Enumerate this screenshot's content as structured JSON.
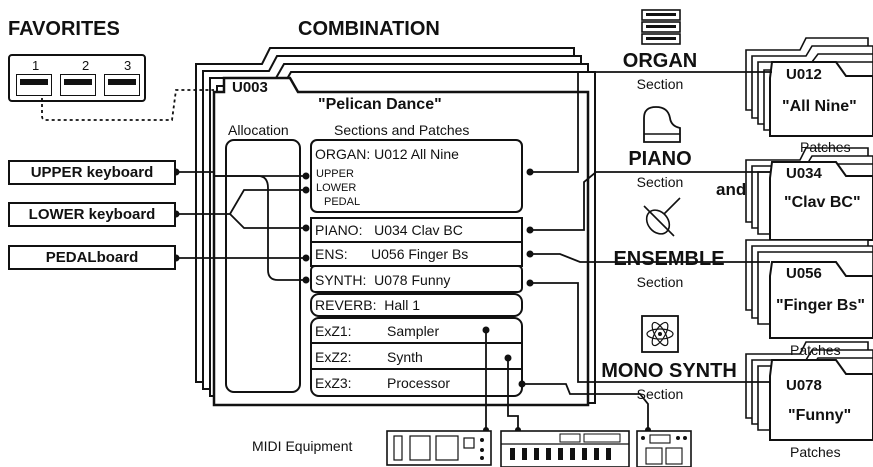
{
  "favorites": {
    "title": "FAVORITES",
    "buttons": [
      "1",
      "2",
      "3"
    ]
  },
  "combination": {
    "title": "COMBINATION",
    "id": "U003",
    "name": "\"Pelican Dance\"",
    "allocation_label": "Allocation",
    "sections_label": "Sections and Patches",
    "organ_line": "ORGAN:  U012 All Nine",
    "organ_sub": [
      "UPPER",
      "LOWER",
      "PEDAL"
    ],
    "piano_line": "PIANO:   U034 Clav BC",
    "ens_line": "ENS:      U056 Finger Bs",
    "synth_line": "SYNTH:  U078 Funny",
    "reverb_line": "REVERB:  Hall 1",
    "exz": [
      {
        "label": "ExZ1:",
        "value": "Sampler"
      },
      {
        "label": "ExZ2:",
        "value": "Synth"
      },
      {
        "label": "ExZ3:",
        "value": "Processor"
      }
    ]
  },
  "keyboards": [
    "UPPER keyboard",
    "LOWER keyboard",
    "PEDALboard"
  ],
  "sections": [
    {
      "title": "ORGAN",
      "sub": "Section",
      "icon": "organ-icon"
    },
    {
      "title": "PIANO",
      "sub": "Section",
      "icon": "piano-icon"
    },
    {
      "title": "ENSEMBLE",
      "sub": "Section",
      "icon": "violin-icon"
    },
    {
      "title": "MONO SYNTH",
      "sub": "Section",
      "icon": "atom-icon"
    }
  ],
  "and_label": "and",
  "patches": [
    {
      "id": "U012",
      "name": "\"All Nine\"",
      "caption": "Patches"
    },
    {
      "id": "U034",
      "name": "\"Clav BC\"",
      "caption": ""
    },
    {
      "id": "U056",
      "name": "\"Finger Bs\"",
      "caption": "Patches"
    },
    {
      "id": "U078",
      "name": "\"Funny\"",
      "caption": "Patches"
    }
  ],
  "midi_label": "MIDI Equipment",
  "colors": {
    "ink": "#111111",
    "background": "#ffffff"
  }
}
